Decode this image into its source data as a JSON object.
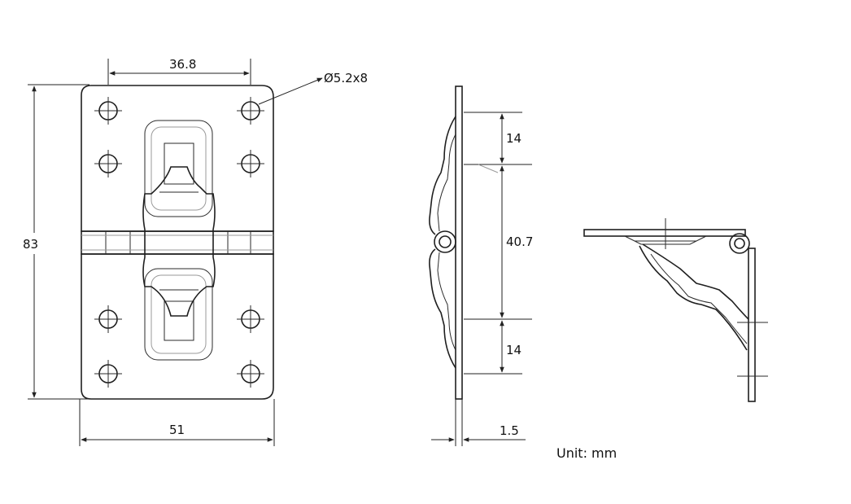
{
  "dimensions": {
    "top_spacing": "36.8",
    "hole_callout": "Ø5.2x8",
    "height": "83",
    "width": "51",
    "side_top": "14",
    "side_middle": "40.7",
    "side_bottom": "14",
    "thickness": "1.5"
  },
  "unit_label": "Unit: mm",
  "colors": {
    "line": "#1f1f1f",
    "background": "#ffffff"
  }
}
